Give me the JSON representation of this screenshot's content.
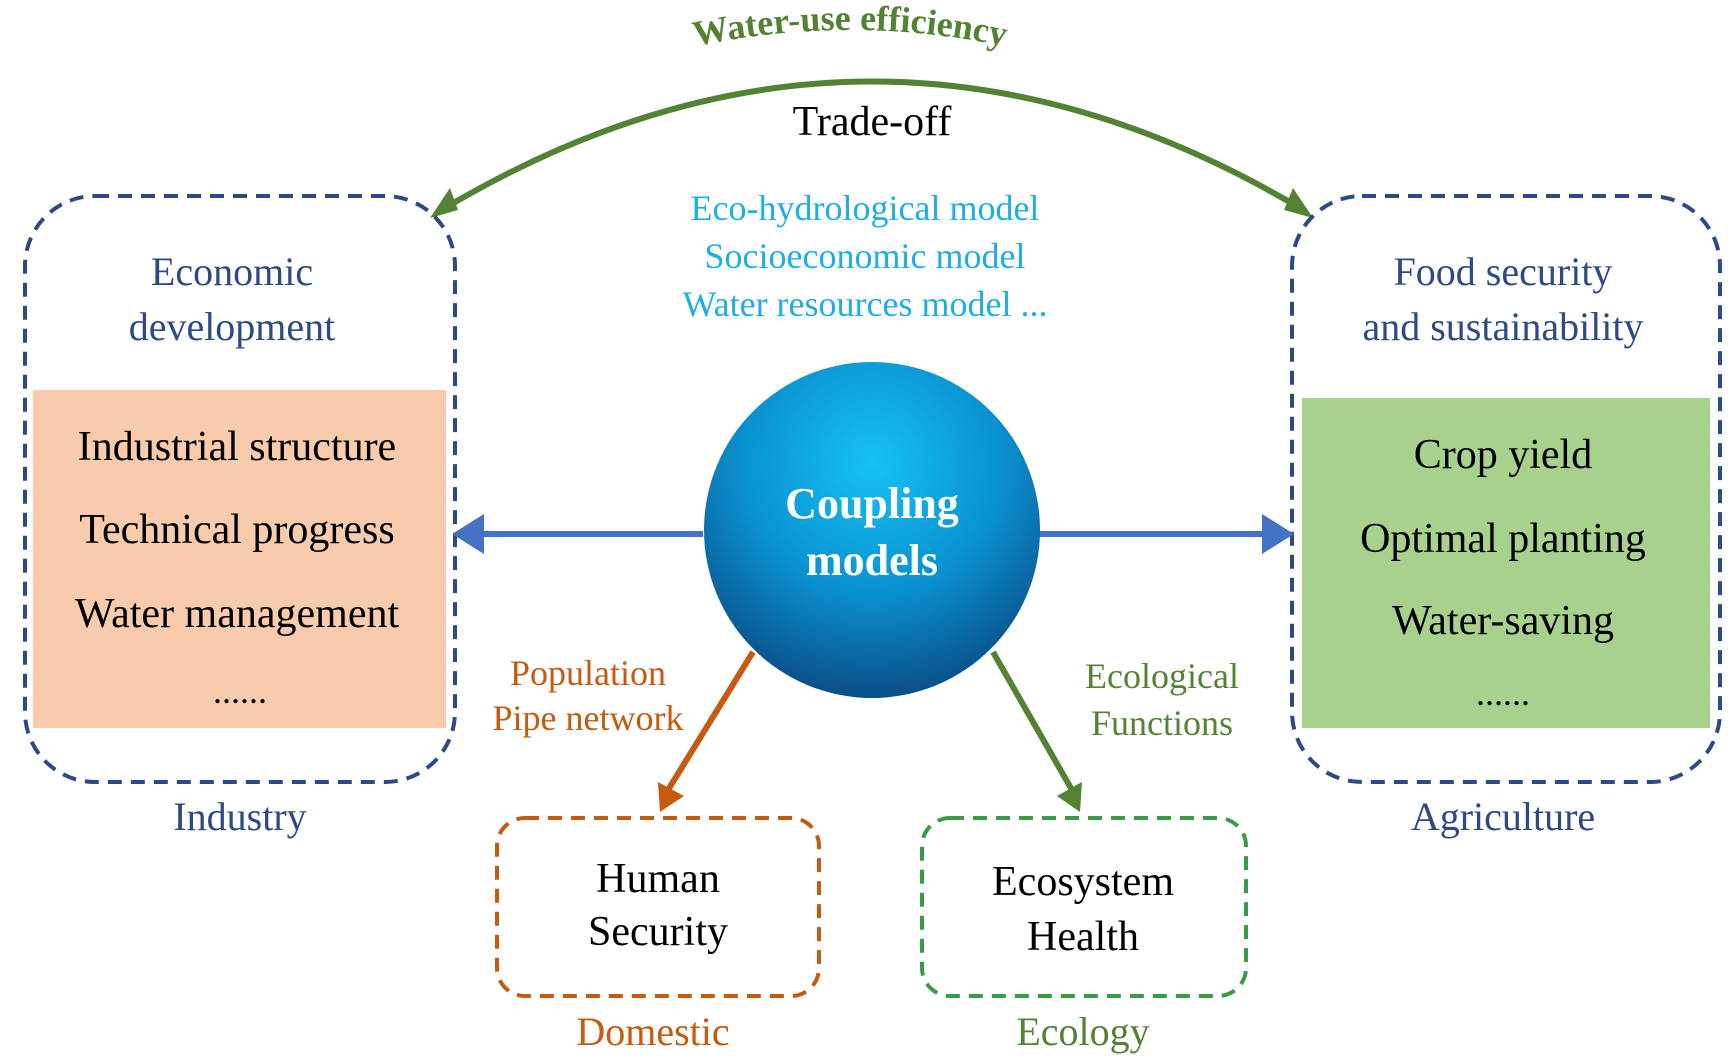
{
  "top": {
    "efficiency_label": "Water-use efficiency",
    "tradeoff_label": "Trade-off",
    "models": [
      "Eco-hydrological model",
      "Socioeconomic model",
      "Water resources model ..."
    ]
  },
  "center": {
    "line1": "Coupling",
    "line2": "models"
  },
  "industry": {
    "title": [
      "Economic",
      "development"
    ],
    "items": [
      "Industrial structure",
      "Technical progress",
      "Water management",
      "......"
    ],
    "caption": "Industry"
  },
  "agriculture": {
    "title": [
      "Food security",
      "and sustainability"
    ],
    "items": [
      "Crop yield",
      "Optimal planting",
      "Water-saving",
      "......"
    ],
    "caption": "Agriculture"
  },
  "domestic": {
    "arrow_labels": [
      "Population",
      "Pipe network"
    ],
    "box": [
      "Human",
      "Security"
    ],
    "caption": "Domestic"
  },
  "ecology": {
    "arrow_labels": [
      "Ecological",
      "Functions"
    ],
    "box": [
      "Ecosystem",
      "Health"
    ],
    "caption": "Ecology"
  },
  "colors": {
    "navy": "#2e4a86",
    "cyan": "#1eaee6",
    "green_arrow": "#548235",
    "blue_arrow": "#4472c4",
    "orange": "#c55a11",
    "green_box_border": "#3a9b46",
    "salmon_fill": "#f8cbad",
    "green_fill": "#a9d18e"
  }
}
